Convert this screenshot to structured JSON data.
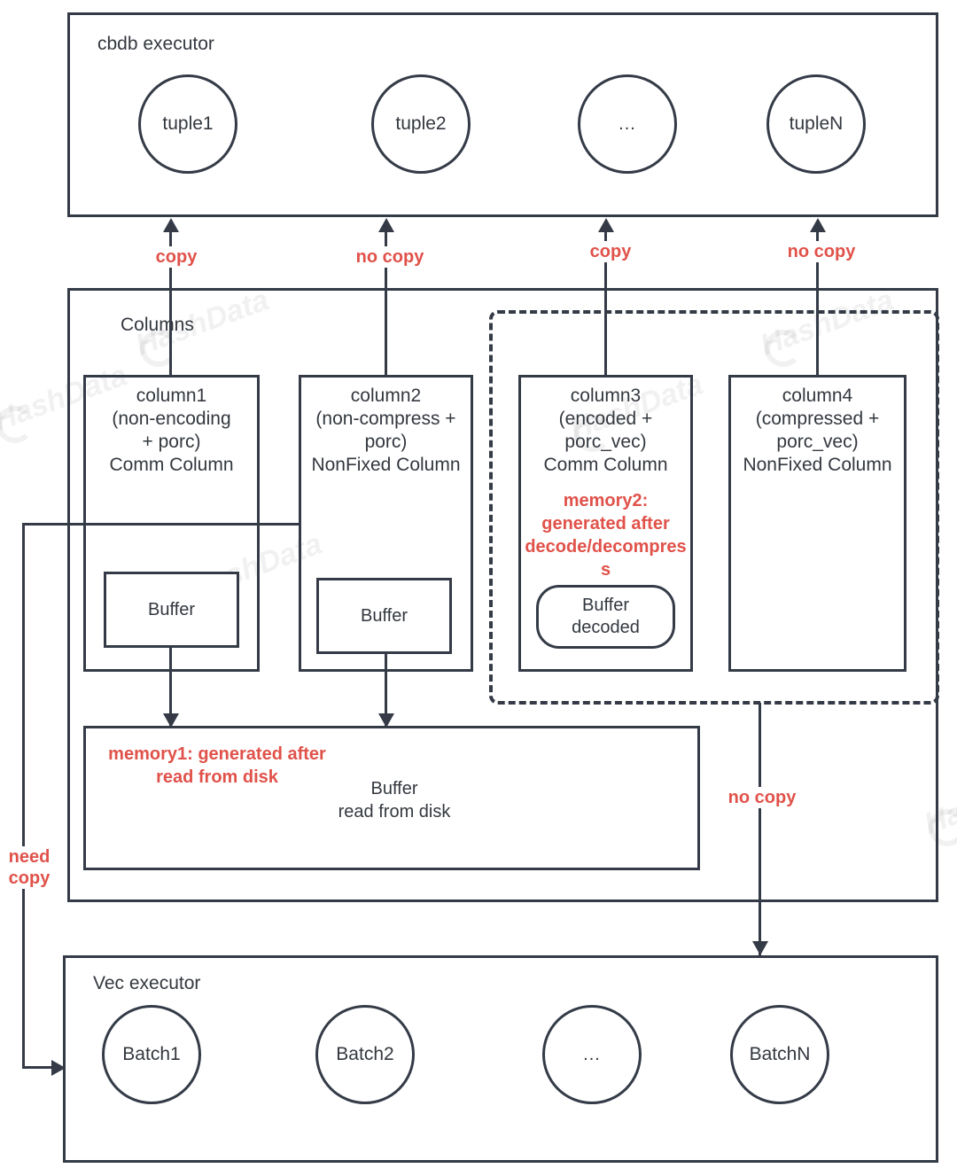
{
  "diagram": {
    "watermark_text": "HashData",
    "colors": {
      "stroke": "#343b47",
      "text": "#33383f",
      "accent_red": "#e0524a",
      "background": "#ffffff"
    }
  },
  "top_section": {
    "title": "cbdb executor",
    "nodes": [
      {
        "label": "tuple1"
      },
      {
        "label": "tuple2"
      },
      {
        "label": "..."
      },
      {
        "label": "tupleN"
      }
    ]
  },
  "top_edges": [
    {
      "label": "copy"
    },
    {
      "label": "no copy"
    },
    {
      "label": "copy"
    },
    {
      "label": "no copy"
    }
  ],
  "columns_section": {
    "title": "Columns",
    "columns": [
      {
        "label": "column1\n(non-encoding\n+ porc)\nComm Column",
        "buffer": "Buffer"
      },
      {
        "label": "column2\n(non-compress +\nporc)\nNonFixed Column",
        "buffer": "Buffer"
      },
      {
        "label": "column3\n(encoded +\nporc_vec)\nComm Column",
        "note": "memory2:\ngenerated after\ndecode/decompres\ns",
        "buffer": "Buffer\ndecoded"
      },
      {
        "label": "column4\n(compressed +\nporc_vec)\nNonFixed Column",
        "buffer": ""
      }
    ],
    "memory1": {
      "red_note": "memory1: generated after\nread from disk",
      "black_label": "Buffer\nread from disk"
    }
  },
  "side_edges": {
    "need_copy": "need\ncopy",
    "no_copy_right": "no copy"
  },
  "bottom_section": {
    "title": "Vec executor",
    "nodes": [
      {
        "label": "Batch1"
      },
      {
        "label": "Batch2"
      },
      {
        "label": "..."
      },
      {
        "label": "BatchN"
      }
    ]
  }
}
